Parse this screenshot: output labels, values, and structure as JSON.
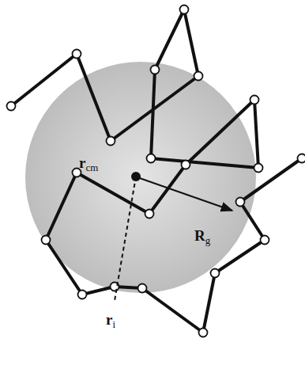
{
  "diagram": {
    "labels": [
      "rcm",
      "Rg",
      "ri"
    ]
  }
}
